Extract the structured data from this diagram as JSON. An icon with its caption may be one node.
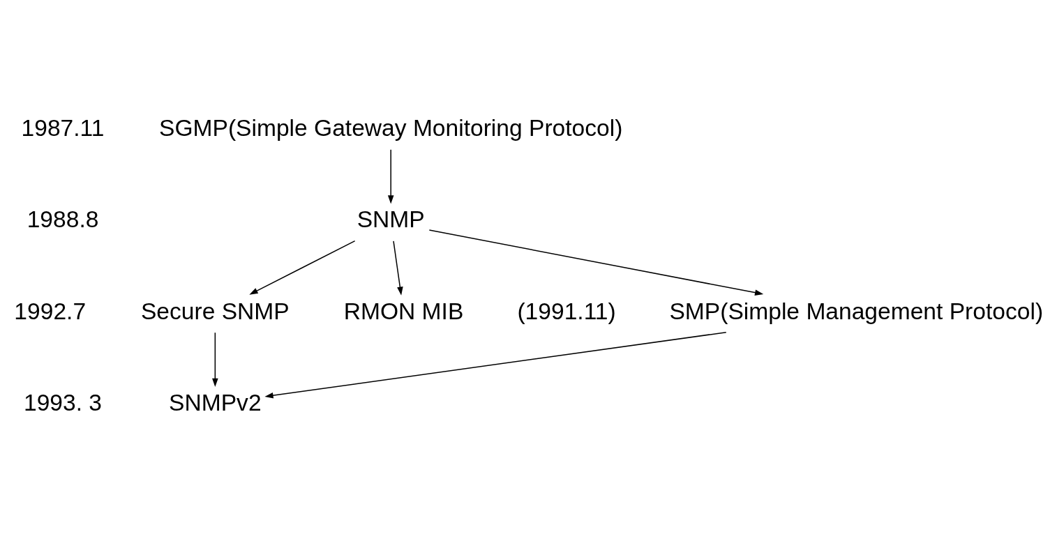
{
  "diagram": {
    "nodes": [
      {
        "text": [
          "SGMP(Simple Gateway Monitoring Protocol)"
        ]
      },
      {
        "text": [
          "SNMP"
        ]
      },
      {
        "text": [
          "RMON MIB"
        ],
        "beside": [
          "(1991.11)"
        ]
      },
      {
        "text": [
          "Secure SNMP"
        ]
      },
      {
        "text": [
          "SMP(Simple Management Protocol)"
        ]
      },
      {
        "text": [
          "SNMPv2"
        ]
      }
    ],
    "edges": [
      {
        "from": 0,
        "to": 1,
        "arrow": "to"
      },
      {
        "from": 1,
        "to": 2,
        "arrow": "to"
      },
      {
        "from": 1,
        "to": 3,
        "arrow": "to"
      },
      {
        "from": 1,
        "to": 4,
        "arrow": "to"
      },
      {
        "from": 3,
        "to": 5,
        "arrow": "to"
      },
      {
        "from": 4,
        "to": 5,
        "arrow": "to"
      }
    ],
    "labels": [
      "1987.11",
      "1988.8",
      "1992.7",
      "1993. 3"
    ]
  }
}
